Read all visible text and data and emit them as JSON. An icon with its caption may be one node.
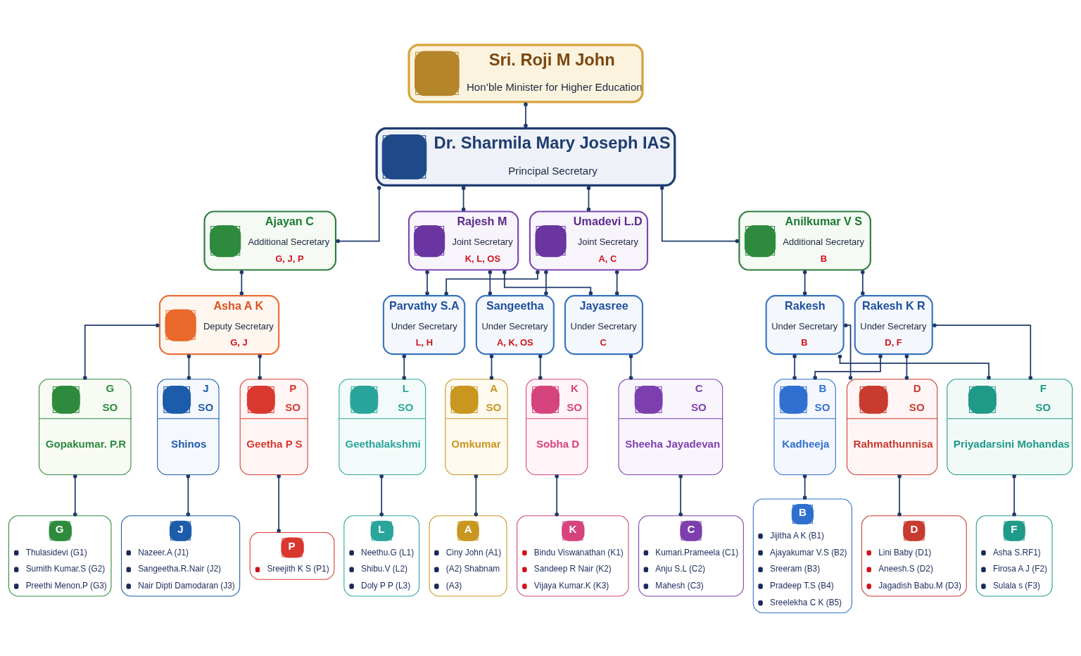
{
  "diagram": {
    "nodes": [
      {
        "text": [
          "Sri. Roji M John",
          "Hon’ble Minister for Higher Education"
        ]
      },
      {
        "text": [
          "Dr. Sharmila Mary Joseph IAS",
          "Principal Secretary"
        ]
      },
      {
        "text": [
          "Ajayan C",
          "Additional Secretary",
          "G, J, P"
        ]
      },
      {
        "text": [
          "Rajesh M",
          "Joint Secretary",
          "K, L, OS"
        ]
      },
      {
        "text": [
          "Umadevi L.D",
          "Joint Secretary",
          "A, C"
        ]
      },
      {
        "text": [
          "Anilkumar V S",
          "Additional Secretary",
          "B"
        ]
      },
      {
        "text": [
          "Asha A K",
          "Deputy Secretary",
          "G, J"
        ]
      },
      {
        "text": [
          "Parvathy S.A",
          "Under Secretary",
          "L, H"
        ]
      },
      {
        "text": [
          "Sangeetha",
          "Under Secretary",
          "A, K, OS"
        ]
      },
      {
        "text": [
          "Jayasree",
          "Under Secretary",
          "C"
        ]
      },
      {
        "text": [
          "Rakesh",
          "Under Secretary",
          "B"
        ]
      },
      {
        "text": [
          "Rakesh K R",
          "Under Secretary",
          "D, F"
        ]
      },
      {
        "text": [
          "G",
          "SO",
          "Gopakumar. P.R"
        ]
      },
      {
        "text": [
          "J",
          "SO",
          "Shinos"
        ]
      },
      {
        "text": [
          "P",
          "SO",
          "Geetha P S"
        ]
      },
      {
        "text": [
          "L",
          "SO",
          "Geethalakshmi"
        ]
      },
      {
        "text": [
          "A",
          "SO",
          "Omkumar"
        ]
      },
      {
        "text": [
          "K",
          "SO",
          "Sobha D"
        ]
      },
      {
        "text": [
          "C",
          "SO",
          "Sheeha Jayadevan"
        ]
      },
      {
        "text": [
          "B",
          "SO",
          "Kadheeja"
        ]
      },
      {
        "text": [
          "D",
          "SO",
          "Rahmathunnisa"
        ]
      },
      {
        "text": [
          "F",
          "SO",
          "Priyadarsini Mohandas"
        ]
      },
      {
        "text": [
          "G",
          "Thulasidevi (G1)",
          "Sumith Kumar.S (G2)",
          "Preethi Menon.P (G3)"
        ]
      },
      {
        "text": [
          "J",
          "Nazeer.A (J1)",
          "Sangeetha.R.Nair (J2)",
          "Nair Dipti Damodaran (J3)"
        ]
      },
      {
        "text": [
          "P",
          "Sreejith K S (P1)"
        ]
      },
      {
        "text": [
          "L",
          "Neethu.G (L1)",
          "Shibu.V (L2)",
          "Doly P P (L3)"
        ]
      },
      {
        "text": [
          "A",
          "Ciny John (A1)",
          "(A2) Shabnam",
          "(A3)"
        ]
      },
      {
        "text": [
          "K",
          "Bindu Viswanathan (K1)",
          "Sandeep R Nair (K2)",
          "Vijaya Kumar.K (K3)"
        ]
      },
      {
        "text": [
          "C",
          "Kumari.Prameela (C1)",
          "Anju S.L (C2)",
          "Mahesh (C3)"
        ]
      },
      {
        "text": [
          "B",
          "Jijitha A K (B1)",
          "Ajayakumar V.S (B2)",
          "Sreeram (B3)",
          "Pradeep T.S (B4)",
          "Sreelekha C K (B5)"
        ]
      },
      {
        "text": [
          "D",
          "Lini Baby (D1)",
          "Aneesh.S (D2)",
          "Jagadish Babu.M (D3)"
        ]
      },
      {
        "text": [
          "F",
          "Asha S.RF1)",
          "Firosa A J (F2)",
          "Sulala s (F3)"
        ]
      }
    ],
    "edges": [
      {
        "from": 0,
        "to": 1,
        "arrow": "other"
      },
      {
        "from": 1,
        "to": 2,
        "arrow": "other"
      },
      {
        "from": 1,
        "to": 3,
        "arrow": "other"
      },
      {
        "from": 1,
        "to": 4,
        "arrow": "other"
      },
      {
        "from": 1,
        "to": 5,
        "arrow": "other"
      },
      {
        "from": 2,
        "to": 6,
        "arrow": "other"
      },
      {
        "from": 6,
        "to": 12,
        "arrow": "other"
      },
      {
        "from": 6,
        "to": 13,
        "arrow": "other"
      },
      {
        "from": 6,
        "to": 14,
        "arrow": "other"
      },
      {
        "from": 3,
        "to": 7,
        "arrow": "other"
      },
      {
        "from": 3,
        "to": 8,
        "arrow": "other"
      },
      {
        "from": 3,
        "to": 9,
        "arrow": "other"
      },
      {
        "from": 4,
        "to": 7,
        "arrow": "other"
      },
      {
        "from": 4,
        "to": 8,
        "arrow": "other"
      },
      {
        "from": 4,
        "to": 9,
        "arrow": "other"
      },
      {
        "from": 5,
        "to": 10,
        "arrow": "other"
      },
      {
        "from": 5,
        "to": 11,
        "arrow": "other"
      },
      {
        "from": 7,
        "to": 15,
        "arrow": "other"
      },
      {
        "from": 8,
        "to": 16,
        "arrow": "other"
      },
      {
        "from": 8,
        "to": 17,
        "arrow": "other"
      },
      {
        "from": 9,
        "to": 18,
        "arrow": "other"
      },
      {
        "from": 10,
        "to": 19,
        "arrow": "other"
      },
      {
        "from": 10,
        "to": 20,
        "arrow": "other"
      },
      {
        "from": 10,
        "to": 21,
        "arrow": "other"
      },
      {
        "from": 11,
        "to": 19,
        "arrow": "other"
      },
      {
        "from": 11,
        "to": 20,
        "arrow": "other"
      },
      {
        "from": 11,
        "to": 21,
        "arrow": "other"
      },
      {
        "from": 12,
        "to": 22,
        "arrow": "other"
      },
      {
        "from": 13,
        "to": 23,
        "arrow": "other"
      },
      {
        "from": 14,
        "to": 24,
        "arrow": "other"
      },
      {
        "from": 15,
        "to": 25,
        "arrow": "other"
      },
      {
        "from": 16,
        "to": 26,
        "arrow": "other"
      },
      {
        "from": 17,
        "to": 27,
        "arrow": "other"
      },
      {
        "from": 18,
        "to": 28,
        "arrow": "other"
      },
      {
        "from": 19,
        "to": 29,
        "arrow": "other"
      },
      {
        "from": 20,
        "to": 30,
        "arrow": "other"
      },
      {
        "from": 21,
        "to": 31,
        "arrow": "other"
      }
    ]
  }
}
